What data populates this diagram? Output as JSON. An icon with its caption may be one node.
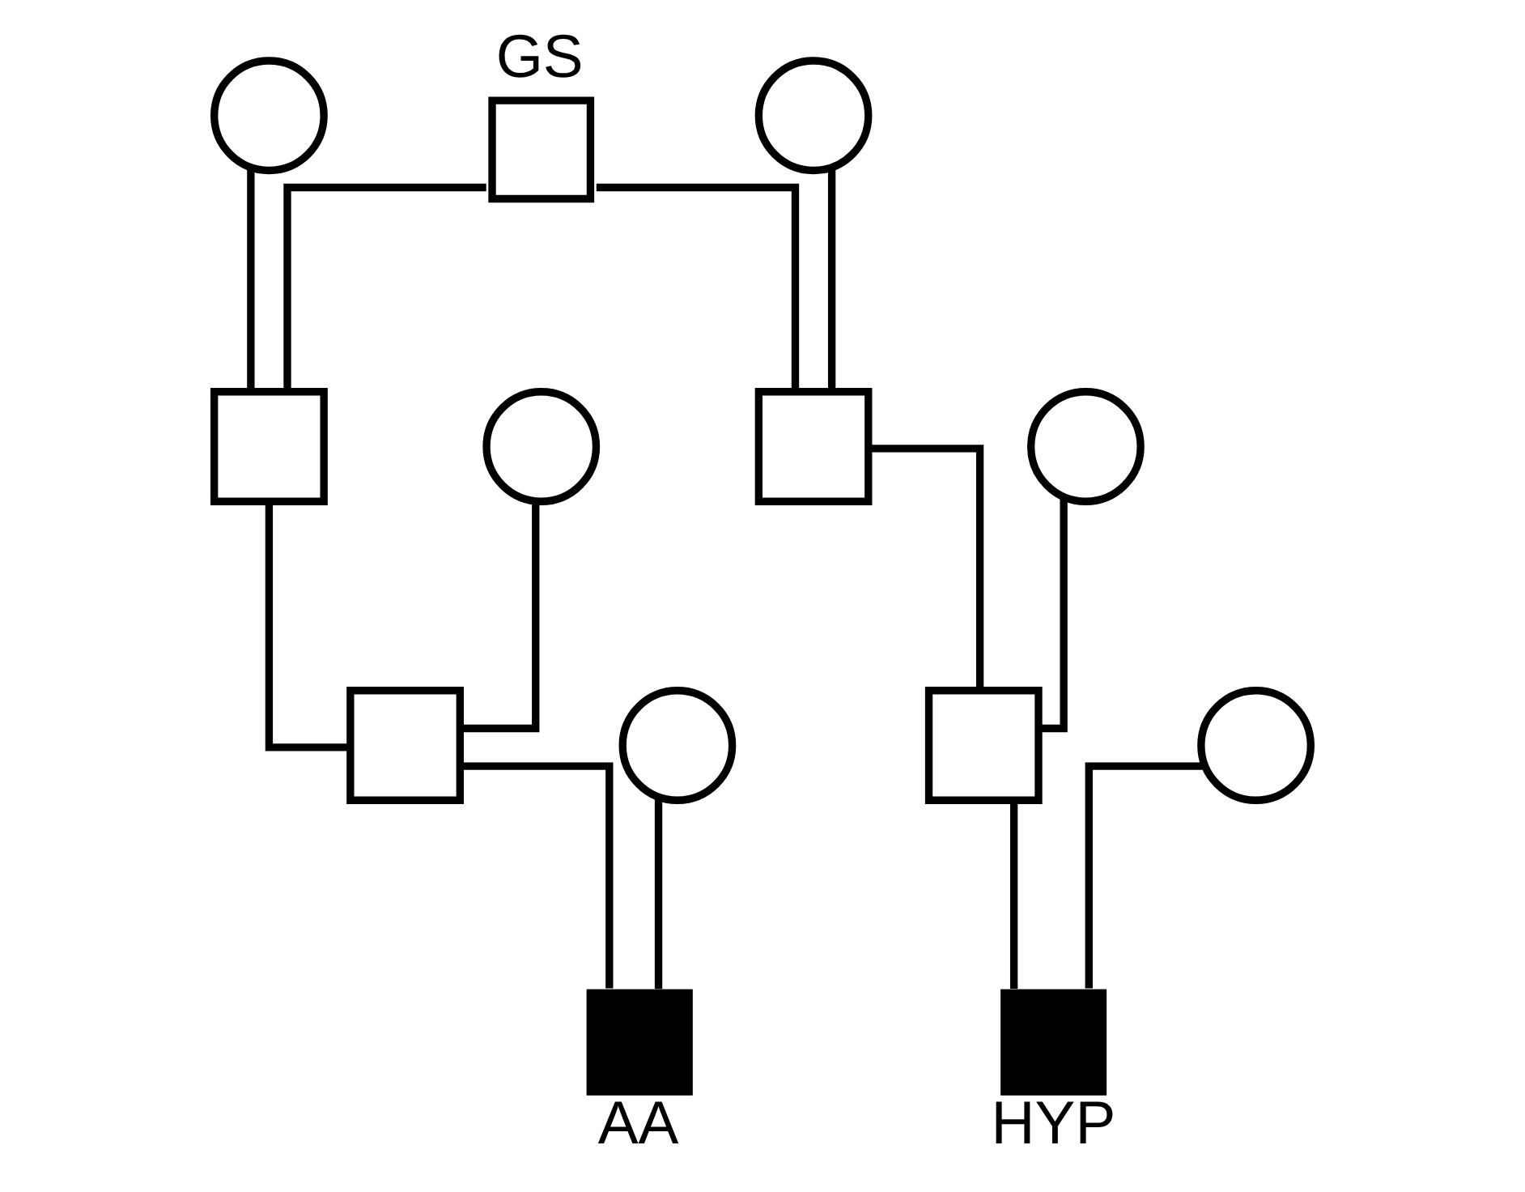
{
  "diagram": {
    "nodes": [
      {
        "text": [],
        "shape": "circle"
      },
      {
        "text": [
          "GS"
        ]
      },
      {
        "text": [],
        "shape": "circle"
      },
      {
        "text": [],
        "shape": "circle"
      },
      {
        "text": [],
        "shape": "box"
      },
      {
        "text": [],
        "shape": "box"
      },
      {
        "text": [],
        "shape": "circle"
      },
      {
        "text": [],
        "shape": "circle"
      },
      {
        "text": [],
        "shape": "box"
      },
      {
        "text": [],
        "shape": "box"
      },
      {
        "text": [],
        "shape": "circle"
      },
      {
        "text": [
          "AA"
        ]
      },
      {
        "text": [
          "HYP"
        ]
      }
    ],
    "edges": [
      {
        "from": 0,
        "to": 4,
        "arrow": "none"
      },
      {
        "from": 1,
        "to": 4,
        "arrow": "none"
      },
      {
        "from": 1,
        "to": 5,
        "arrow": "none"
      },
      {
        "from": 2,
        "to": 5,
        "arrow": "none"
      },
      {
        "from": 3,
        "to": 8,
        "arrow": "none"
      },
      {
        "from": 4,
        "to": 8,
        "arrow": "none"
      },
      {
        "from": 5,
        "to": 9,
        "arrow": "none"
      },
      {
        "from": 6,
        "to": 9,
        "arrow": "none"
      },
      {
        "from": 7,
        "to": 11,
        "arrow": "none"
      },
      {
        "from": 8,
        "to": 11,
        "arrow": "none"
      },
      {
        "from": 9,
        "to": 12,
        "arrow": "none"
      },
      {
        "from": 10,
        "to": 12,
        "arrow": "none"
      }
    ]
  }
}
